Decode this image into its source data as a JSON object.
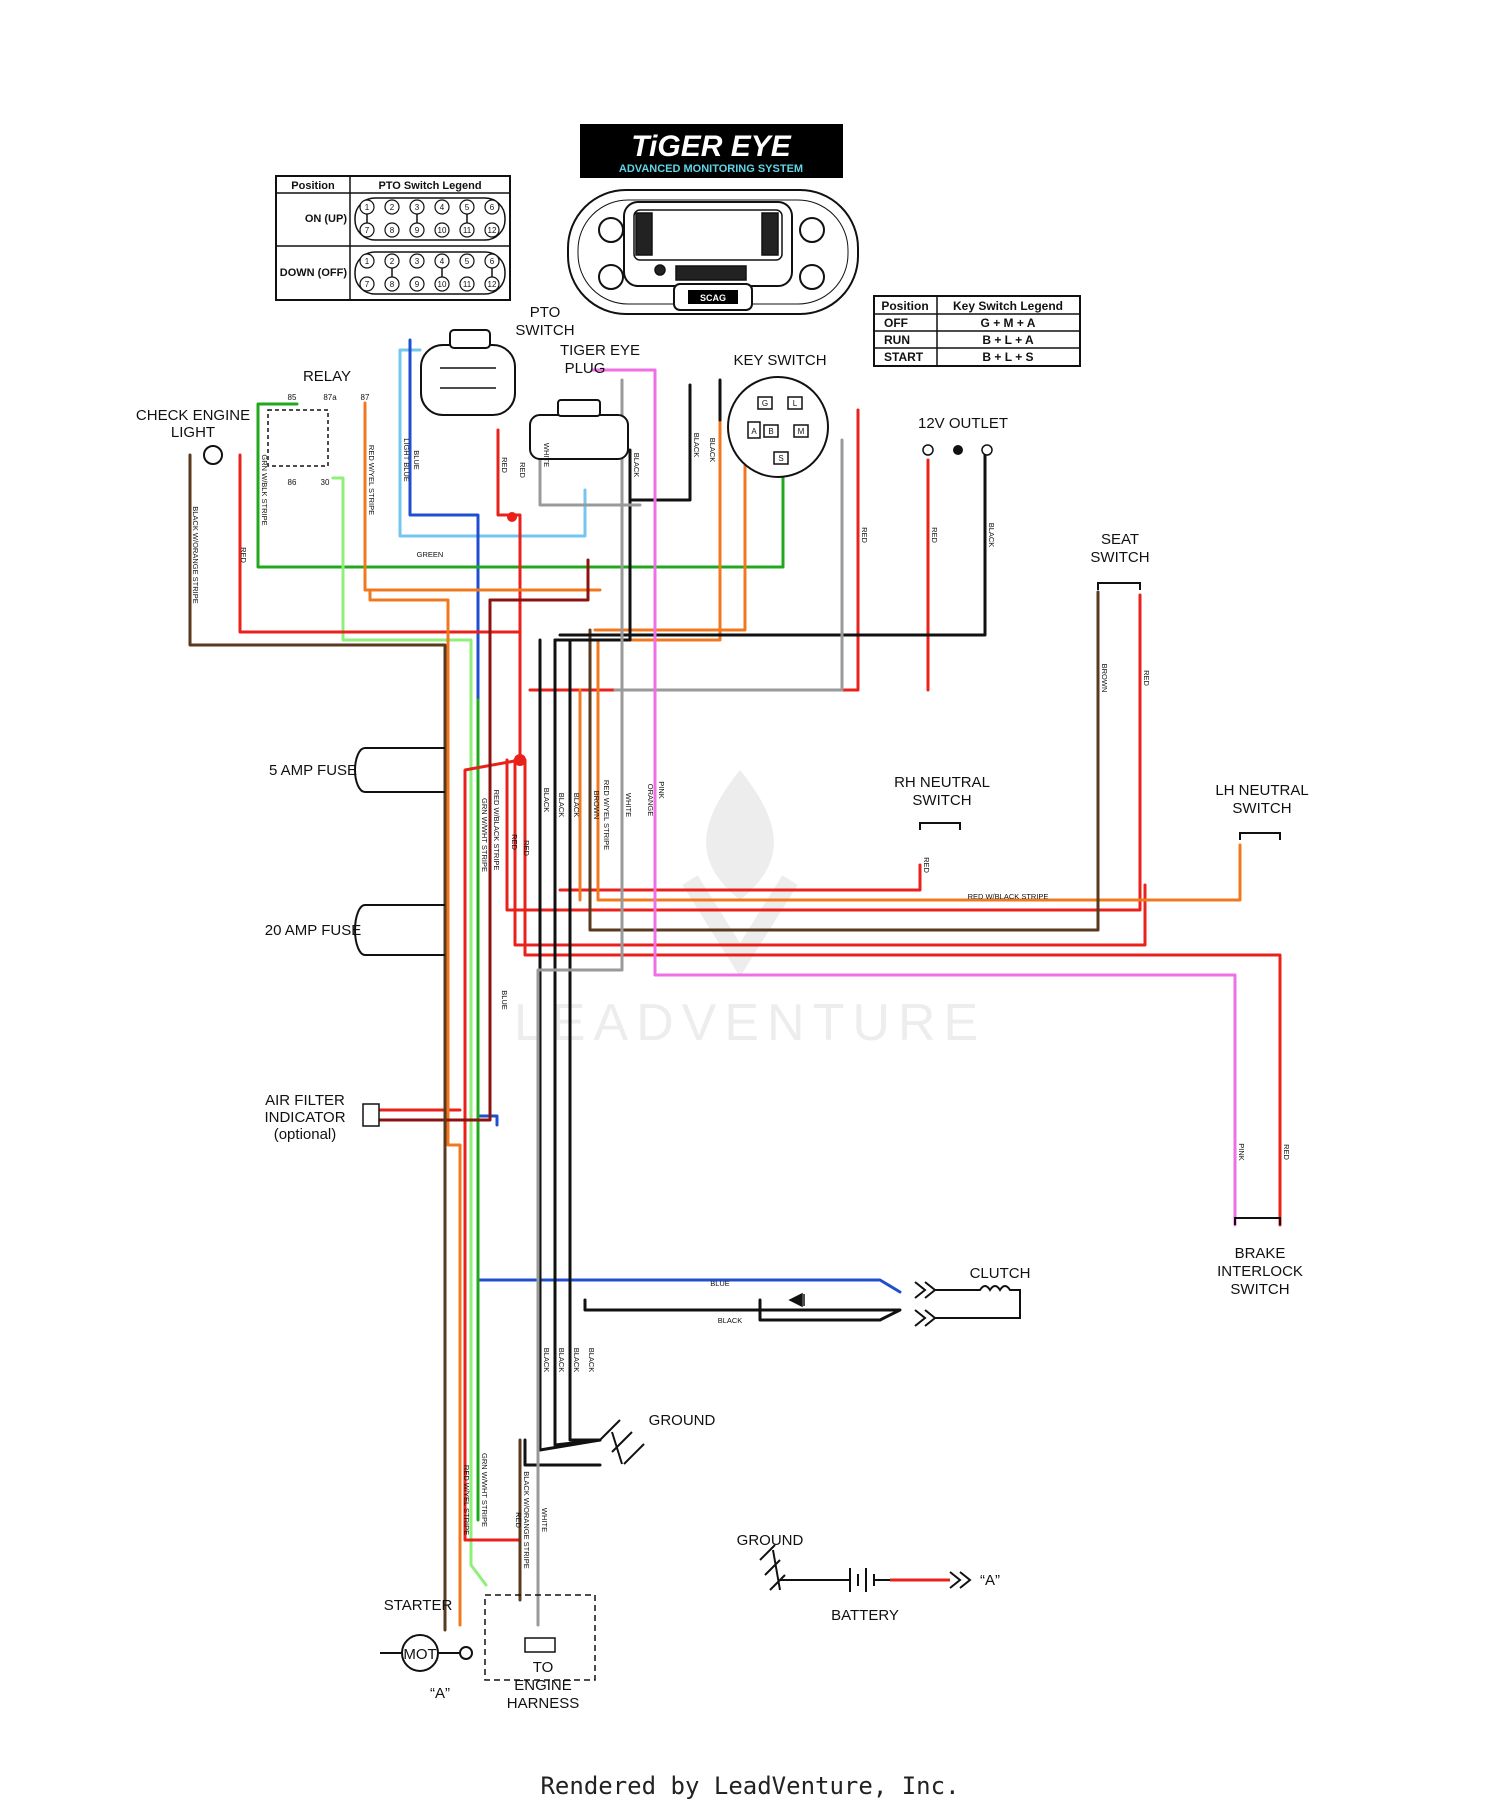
{
  "logo": {
    "title": "TiGER EYE",
    "subtitle": "ADVANCED MONITORING SYSTEM",
    "display_badge": "SCAG"
  },
  "pto_legend": {
    "header_position": "Position",
    "header_legend": "PTO Switch Legend",
    "rows": [
      {
        "position": "ON (UP)"
      },
      {
        "position": "DOWN (OFF)"
      }
    ],
    "pins": [
      "1",
      "2",
      "3",
      "4",
      "5",
      "6",
      "7",
      "8",
      "9",
      "10",
      "11",
      "12"
    ]
  },
  "key_legend": {
    "header_position": "Position",
    "header_legend": "Key Switch Legend",
    "rows": [
      {
        "position": "OFF",
        "legend": "G + M + A"
      },
      {
        "position": "RUN",
        "legend": "B + L + A"
      },
      {
        "position": "START",
        "legend": "B + L + S"
      }
    ]
  },
  "components": {
    "pto_switch": [
      "PTO",
      "SWITCH"
    ],
    "tiger_eye_plug": [
      "TIGER EYE",
      "PLUG"
    ],
    "key_switch": "KEY SWITCH",
    "relay": "RELAY",
    "relay_pins": [
      "85",
      "87a",
      "87",
      "86",
      "30"
    ],
    "check_engine_light": [
      "CHECK ENGINE",
      "LIGHT"
    ],
    "outlet_12v": "12V OUTLET",
    "seat_switch": [
      "SEAT",
      "SWITCH"
    ],
    "fuse_5": "5 AMP FUSE",
    "fuse_20": "20 AMP FUSE",
    "rh_neutral": [
      "RH NEUTRAL",
      "SWITCH"
    ],
    "lh_neutral": [
      "LH NEUTRAL",
      "SWITCH"
    ],
    "air_filter": [
      "AIR FILTER",
      "INDICATOR",
      "(optional)"
    ],
    "brake_interlock": [
      "BRAKE",
      "INTERLOCK",
      "SWITCH"
    ],
    "clutch": "CLUTCH",
    "ground_1": "GROUND",
    "ground_2": "GROUND",
    "battery": "BATTERY",
    "starter": "STARTER",
    "motor": "MOT",
    "ref_a_1": "“A”",
    "ref_a_2": "“A”",
    "engine_harness": [
      "TO",
      "ENGINE",
      "HARNESS"
    ],
    "key_pins": [
      "A",
      "G",
      "L",
      "B",
      "M",
      "S"
    ]
  },
  "wire_labels": {
    "green": "GREEN",
    "red": "RED",
    "black": "BLACK",
    "blue": "BLUE",
    "white": "WHITE",
    "brown": "BROWN",
    "pink": "PINK",
    "orange": "ORANGE",
    "light_blue": "LIGHT BLUE",
    "grn_blk": "GRN W/BLK STRIPE",
    "grn_wht": "GRN W/WHT STRIPE",
    "red_yel": "RED W/YEL STRIPE",
    "red_blk": "RED W/BLACK STRIPE",
    "blk_org": "BLACK W/ORANGE STRIPE"
  },
  "colors": {
    "red": "#e8221b",
    "black": "#111111",
    "green": "#22a81e",
    "light_green": "#8ef07a",
    "blue": "#1f4fd0",
    "light_blue": "#74c6ec",
    "orange": "#f0781e",
    "brown": "#5a3a1e",
    "pink": "#ef6fe6",
    "white_wire": "#9a9a9a",
    "dark_red": "#8b1410"
  },
  "watermark": "LEADVENTURE",
  "footer": "Rendered by LeadVenture, Inc."
}
